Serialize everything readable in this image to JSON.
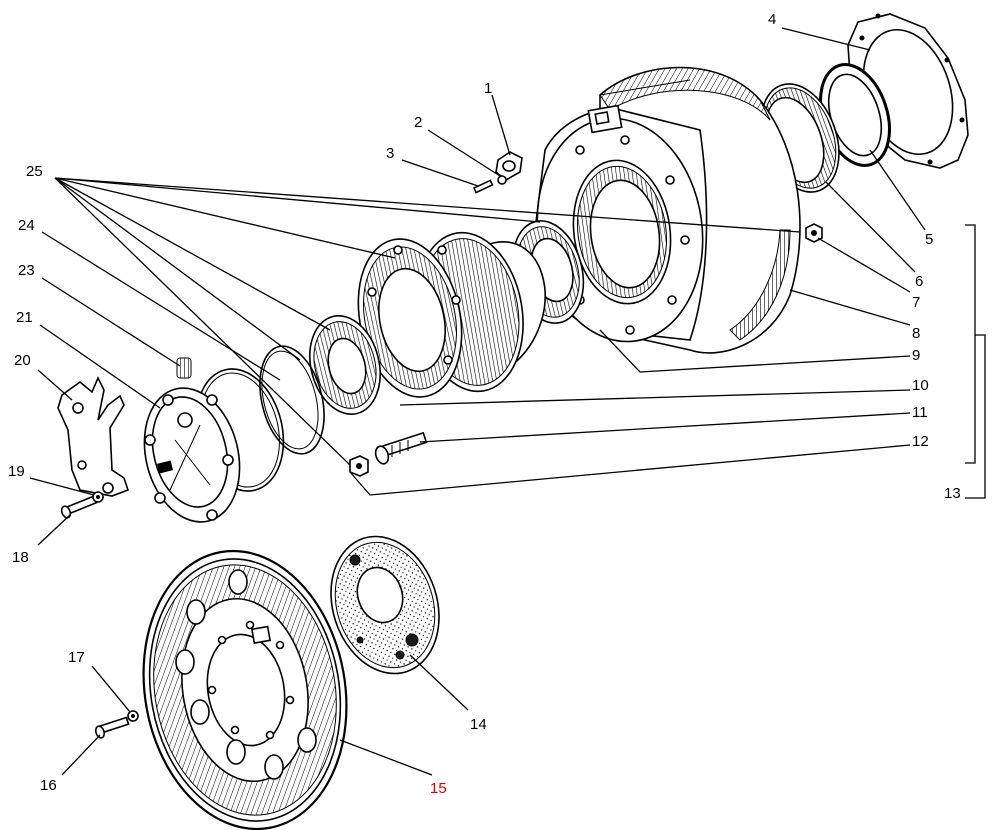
{
  "diagram": {
    "labels": {
      "p1": "1",
      "p2": "2",
      "p3": "3",
      "p4": "4",
      "p5": "5",
      "p6": "6",
      "p7": "7",
      "p8": "8",
      "p9": "9",
      "p10": "10",
      "p11": "11",
      "p12": "12",
      "p13": "13",
      "p14": "14",
      "p15": "15",
      "p16": "16",
      "p17": "17",
      "p18": "18",
      "p19": "19",
      "p20": "20",
      "p21": "21",
      "p23": "23",
      "p24": "24",
      "p25": "25"
    },
    "highlight_color": "#e00000"
  }
}
